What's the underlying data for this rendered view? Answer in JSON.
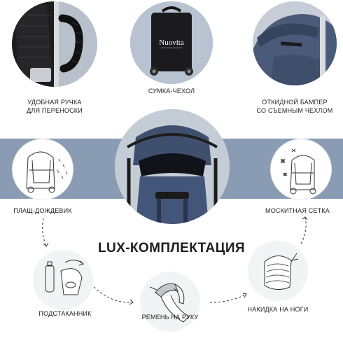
{
  "captions": {
    "handle": [
      "УДОБНАЯ РУЧКА",
      "ДЛЯ ПЕРЕНОСКИ"
    ],
    "bag": "СУМКА-ЧЕХОЛ",
    "bumper": [
      "ОТКИДНОЙ БАМПЕР",
      "СО СЪЕМНЫМ ЧЕХЛОМ"
    ],
    "raincover": "ПЛАЩ-ДОЖДЕВИК",
    "mosquito": "МОСКИТНАЯ СЕТКА",
    "cupholder": "ПОДСТАКАННИК",
    "strap": "РЕМЕНЬ НА РУКУ",
    "footmuff": "НАКИДКА НА НОГИ"
  },
  "title": "LUX-КОМПЛЕКТАЦИЯ",
  "bag_brand": "Nuovita",
  "colors": {
    "band": "#8a9cb4",
    "fabric": "#3e4f6e",
    "line": "#2a2a2a"
  }
}
